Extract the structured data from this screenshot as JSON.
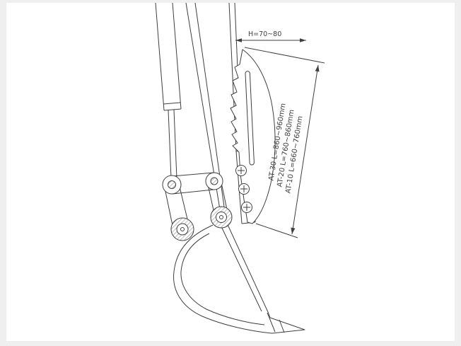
{
  "frame": {
    "background_color": "#efefef",
    "paper_color": "#ffffff",
    "line_color": "#3f3f3f"
  },
  "annotations": {
    "height_dim": "H=70~80",
    "length_dims": [
      {
        "label": "AT-30 L=860~960mm"
      },
      {
        "label": "AT-20 L=760~860mm"
      },
      {
        "label": "AT-10 L=660~760mm"
      }
    ]
  }
}
